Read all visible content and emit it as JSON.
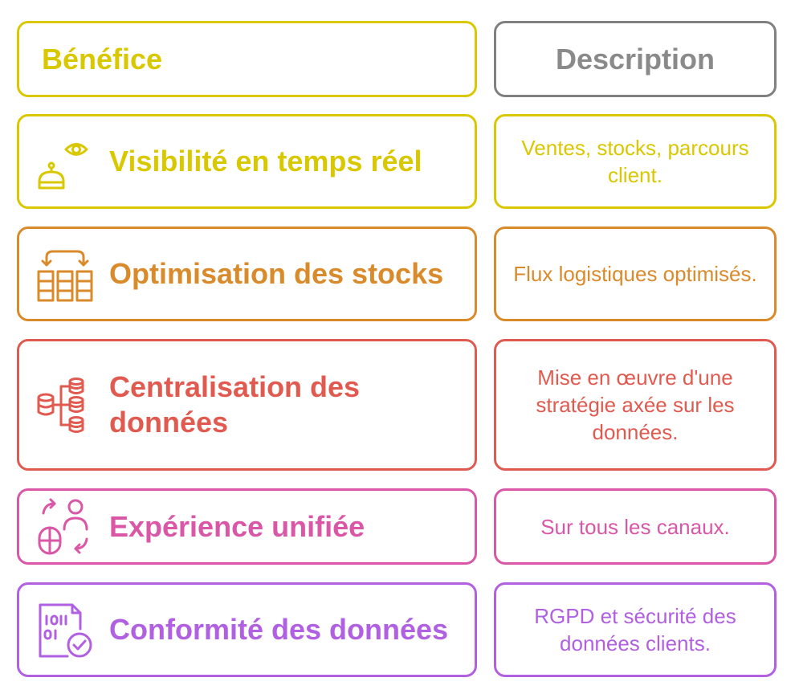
{
  "header": {
    "benefit_label": "Bénéfice",
    "description_label": "Description",
    "benefit_color": "#d9c800",
    "description_color": "#808080"
  },
  "rows": [
    {
      "title": "Visibilité en temps réel",
      "description": "Ventes, stocks, parcours client.",
      "color": "#d9c800",
      "icon": "eye-robot-icon"
    },
    {
      "title": "Optimisation des stocks",
      "description": "Flux logistiques optimisés.",
      "color": "#d98b2b",
      "icon": "inventory-transfer-icon"
    },
    {
      "title": "Centralisation des données",
      "description": "Mise en œuvre d'une stratégie axée sur les données.",
      "color": "#e05a4f",
      "icon": "database-hierarchy-icon"
    },
    {
      "title": "Expérience unifiée",
      "description": "Sur tous les canaux.",
      "color": "#d957a6",
      "icon": "user-sync-icon"
    },
    {
      "title": "Conformité des données",
      "description": "RGPD et sécurité des données clients.",
      "color": "#b060e0",
      "icon": "binary-file-check-icon"
    }
  ]
}
